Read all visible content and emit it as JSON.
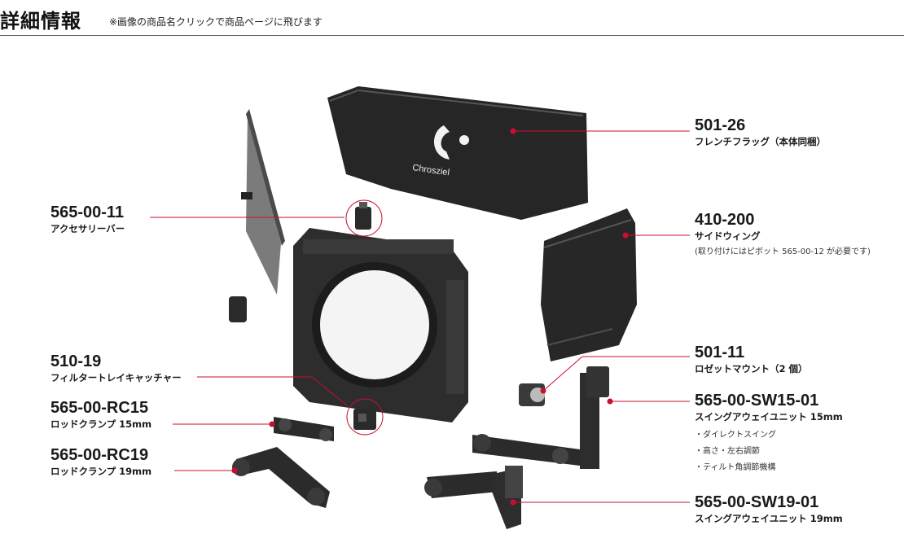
{
  "header": {
    "title": "詳細情報",
    "note": "※画像の商品名クリックで商品ページに飛びます"
  },
  "product_brand": "Chrosziel",
  "colors": {
    "accent": "#c8102e",
    "text": "#1a1a1a",
    "part_dark": "#2a2a2a"
  },
  "parts": [
    {
      "code": "501-26",
      "name": "フレンチフラッグ（本体同梱）"
    },
    {
      "code": "565-00-11",
      "name": "アクセサリーバー"
    },
    {
      "code": "410-200",
      "name": "サイドウィング",
      "note": "(取り付けにはピボット 565-00-12 が必要です)"
    },
    {
      "code": "501-11",
      "name": "ロゼットマウント（2 個）"
    },
    {
      "code": "510-19",
      "name": "フィルタートレイキャッチャー"
    },
    {
      "code": "565-00-SW15-01",
      "name": "スイングアウェイユニット 15mm",
      "features": [
        "・ダイレクトスイング",
        "・高さ・左右調節",
        "・ティルト角調節機構"
      ]
    },
    {
      "code": "565-00-RC15",
      "name": "ロッドクランプ 15mm"
    },
    {
      "code": "565-00-RC19",
      "name": "ロッドクランプ 19mm"
    },
    {
      "code": "565-00-SW19-01",
      "name": "スイングアウェイユニット 19mm"
    }
  ]
}
